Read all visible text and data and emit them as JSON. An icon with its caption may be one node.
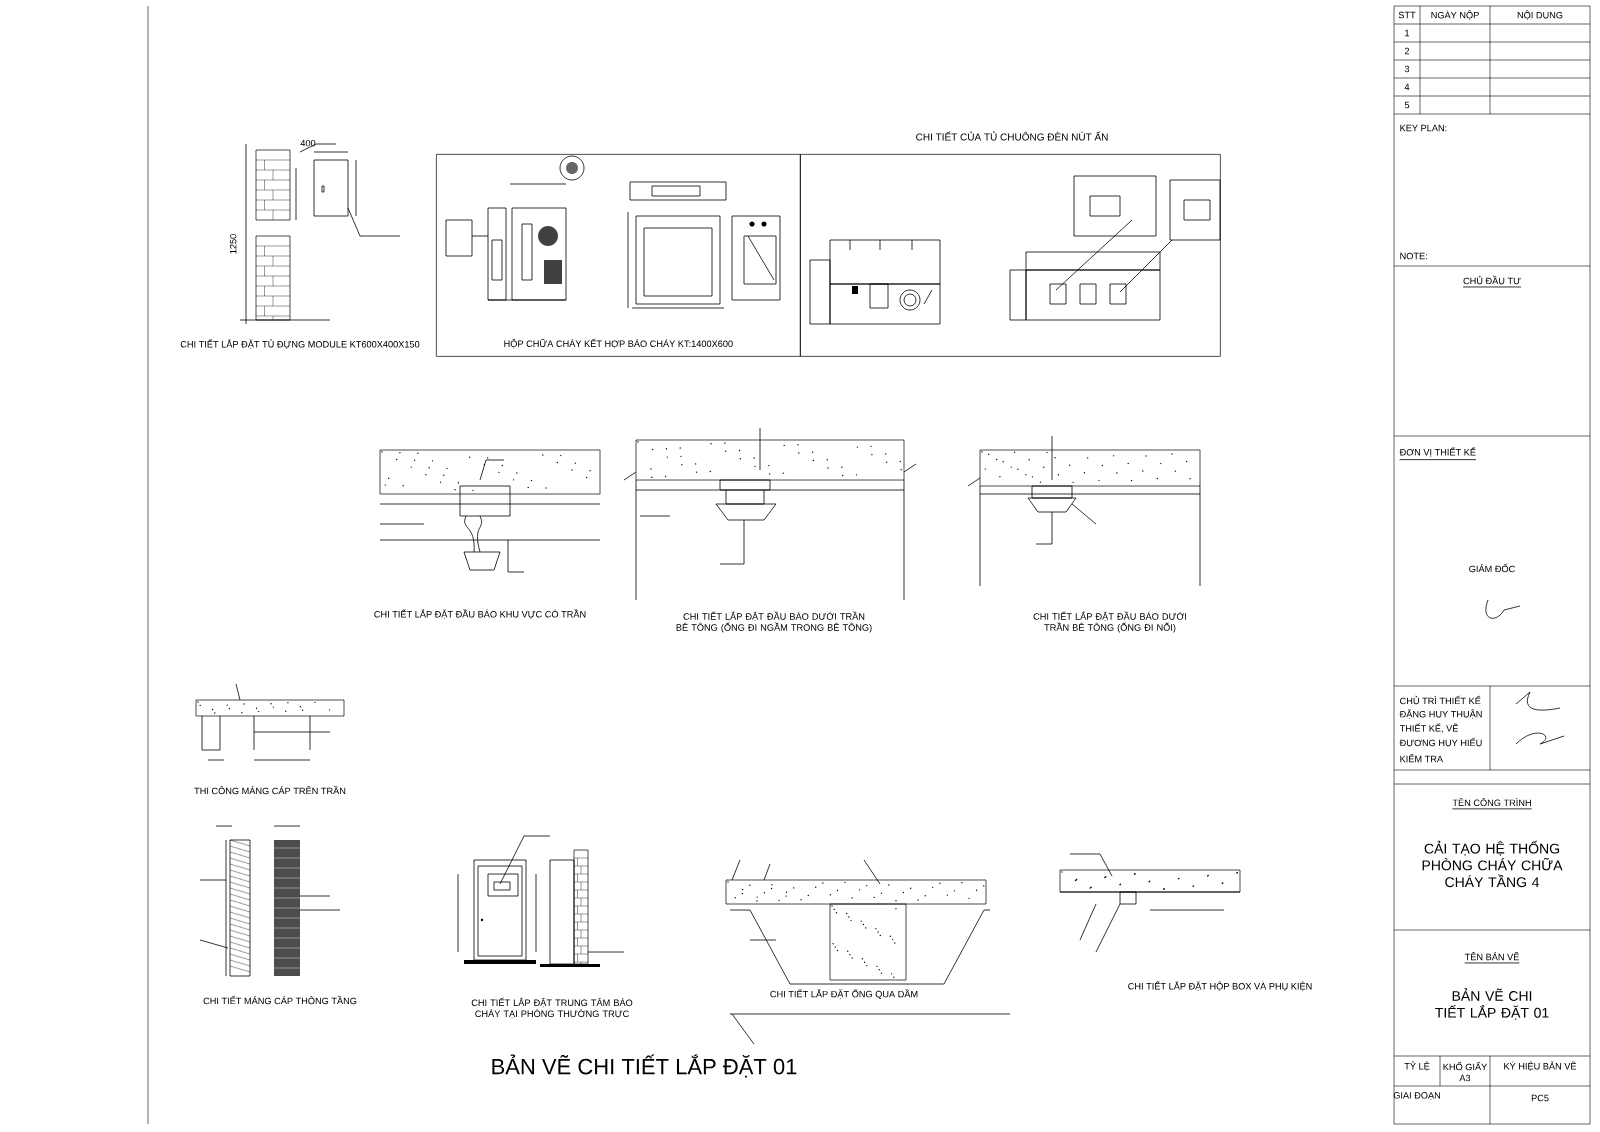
{
  "diagram": {
    "title": "BẢN VẼ CHI TIẾT LẮP ĐẶT 01",
    "nodes": [
      {
        "text": [
          "HỘP CHỮA CHÁY KẾT HỢP BÁO CHÁY KT:1400X600"
        ]
      },
      {
        "text": [
          "CHI TIẾT CỦA TỦ CHUÔNG ĐÈN NÚT ẤN"
        ]
      }
    ],
    "labels": [
      "400",
      "1250",
      "CHI TIẾT LẮP ĐẶT TỦ ĐỰNG MODULE KT600X400X150",
      "CHI TIẾT LẮP ĐẶT ĐẦU BÁO KHU VỰC CÓ TRẦN",
      "CHI TIẾT LẮP ĐẶT ĐẦU BÁO DƯỚI TRẦN BÊ TÔNG (ỐNG ĐI NGẦM TRONG BÊ TÔNG)",
      "CHI TIẾT LẮP ĐẶT ĐẦU BÁO DƯỚI TRẦN BÊ TÔNG (ỐNG ĐI NỔI)",
      "THI CÔNG MÁNG CÁP TRÊN TRẦN",
      "CHI TIẾT MÁNG CÁP THÔNG TẦNG",
      "CHI TIẾT LẮP ĐẶT TRUNG TÂM BÁO CHÁY TẠI PHÒNG THƯỜNG TRỰC",
      "CHI TIẾT LẮP ĐẶT ỐNG QUA DẦM",
      "CHI TIẾT LẮP ĐẶT HỘP BOX VÀ PHỤ KIỆN",
      "STT",
      "NGÀY NỘP",
      "NỘI DUNG",
      "1",
      "2",
      "3",
      "4",
      "5",
      "KEY PLAN:",
      "NOTE:",
      "CHỦ ĐẦU TƯ",
      "ĐƠN VỊ THIẾT KẾ",
      "GIÁM ĐỐC",
      "CHỦ TRÌ THIẾT KẾ",
      "ĐẶNG HUY THUẬN",
      "THIẾT KẾ, VẼ",
      "ĐƯƠNG HUY HIẾU",
      "KIỂM TRA",
      "TÊN CÔNG TRÌNH",
      "CẢI TẠO HỆ THỐNG PHÒNG CHÁY CHỮA CHÁY TẦNG 4",
      "TÊN BẢN VẼ",
      "BẢN VẼ CHI TIẾT LẮP ĐẶT 01",
      "TỶ LỆ",
      "KHỔ GIẤY",
      "A3",
      "KÝ HIỆU BẢN VẼ",
      "GIAI ĐOẠN",
      "PC5"
    ]
  }
}
